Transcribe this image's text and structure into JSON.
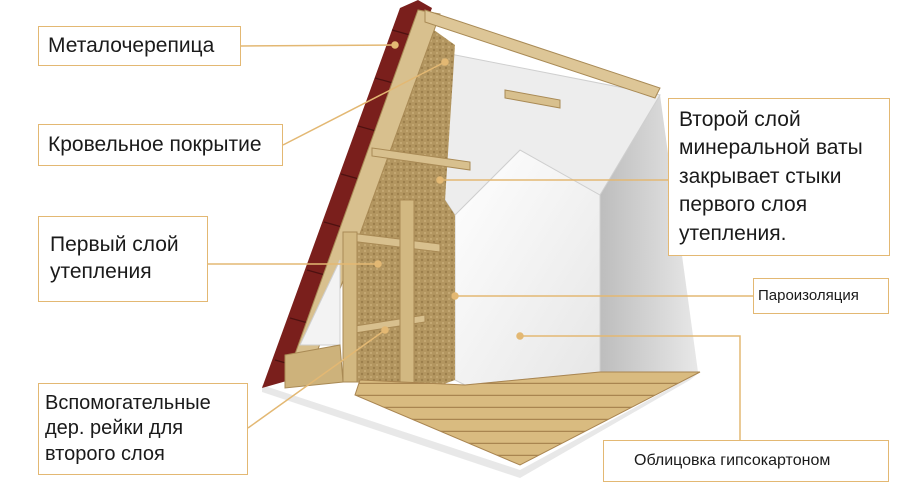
{
  "labels": {
    "metal_tile": "Металочерепица",
    "roof_covering": "Кровельное покрытие",
    "first_layer": "Первый слой\nутепления",
    "aux_battens": "Вспомогательные\nдер. рейки для\nвторого слоя",
    "second_layer": "Второй слой\nминеральной ваты\nзакрывает стыки\nпервого слоя\nутепления.",
    "vapor_barrier": "Пароизоляция",
    "gypsum_cladding": "Облицовка гипсокартоном"
  },
  "colors": {
    "callout_border": "#e3b873",
    "leader_line": "#e3b873",
    "tile": "#7a1f1c",
    "wood": "#d8c08e",
    "insulation": "#b89a62",
    "drywall": "#f2f2f2",
    "floor": "#d4b57a"
  }
}
